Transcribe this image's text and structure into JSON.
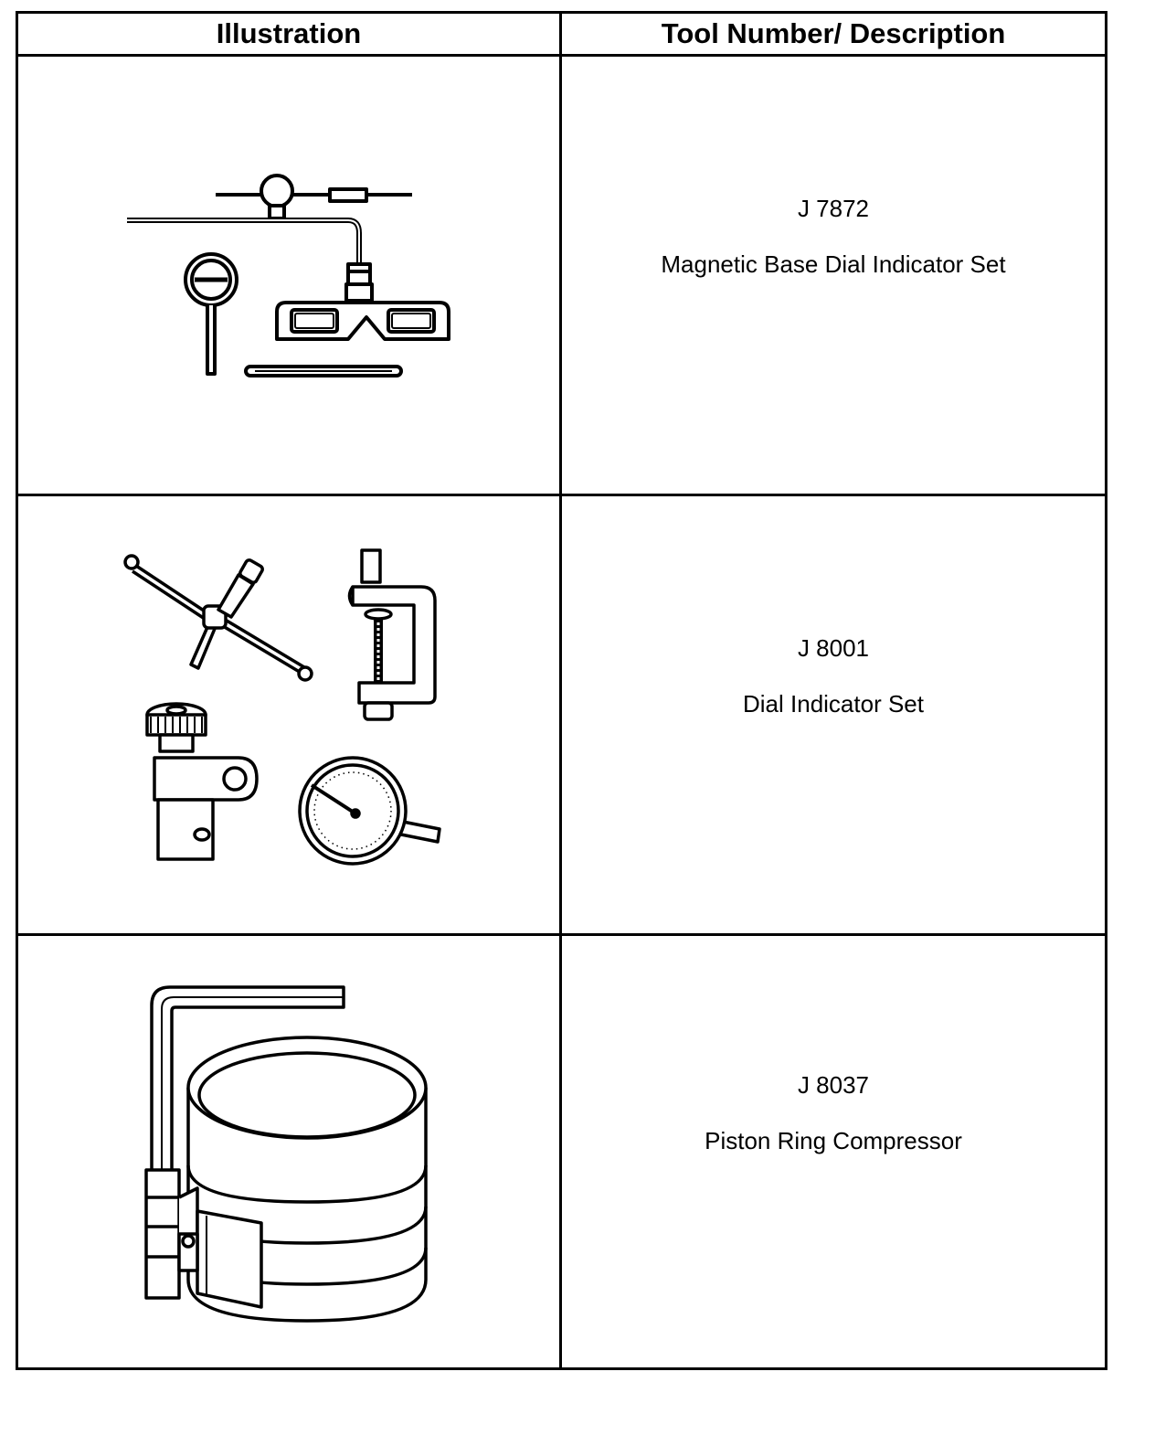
{
  "table": {
    "headers": {
      "illustration": "Illustration",
      "tool": "Tool Number/ Description"
    },
    "rows": [
      {
        "number": "J 7872",
        "description": "Magnetic Base Dial Indicator Set",
        "illustration_icon": "magnetic-base-dial-indicator-icon"
      },
      {
        "number": "J 8001",
        "description": "Dial Indicator Set",
        "illustration_icon": "dial-indicator-set-icon"
      },
      {
        "number": "J 8037",
        "description": "Piston Ring Compressor",
        "illustration_icon": "piston-ring-compressor-icon"
      }
    ]
  }
}
